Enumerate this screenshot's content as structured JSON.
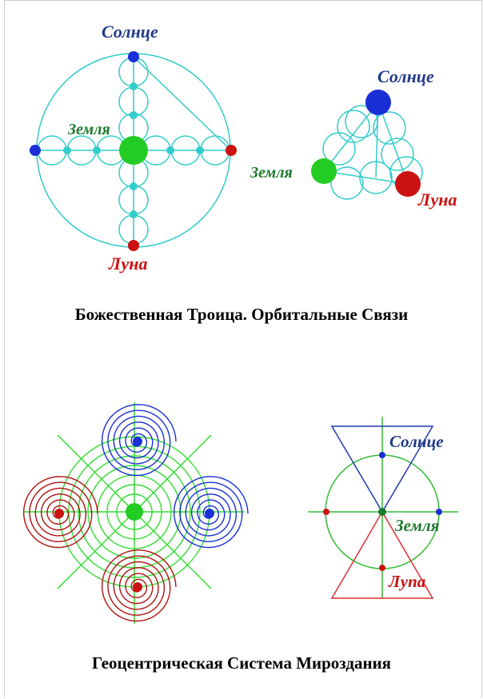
{
  "labels": {
    "sun": "Солнце",
    "earth": "Земля",
    "moon": "Луна",
    "moon_alt": "Лупа"
  },
  "captions": {
    "top": "Божественная Троица. Орбитальные Связи",
    "bottom": "Геоцентрическая Система Мироздания"
  },
  "colors": {
    "cyan": "#33cccc",
    "sun_blue": "#1a2fd6",
    "earth_green": "#22cc22",
    "moon_red": "#cc1111",
    "sun_label": "#1f3a8a",
    "earth_label": "#1e7a2e",
    "moon_label": "#cc1111"
  }
}
